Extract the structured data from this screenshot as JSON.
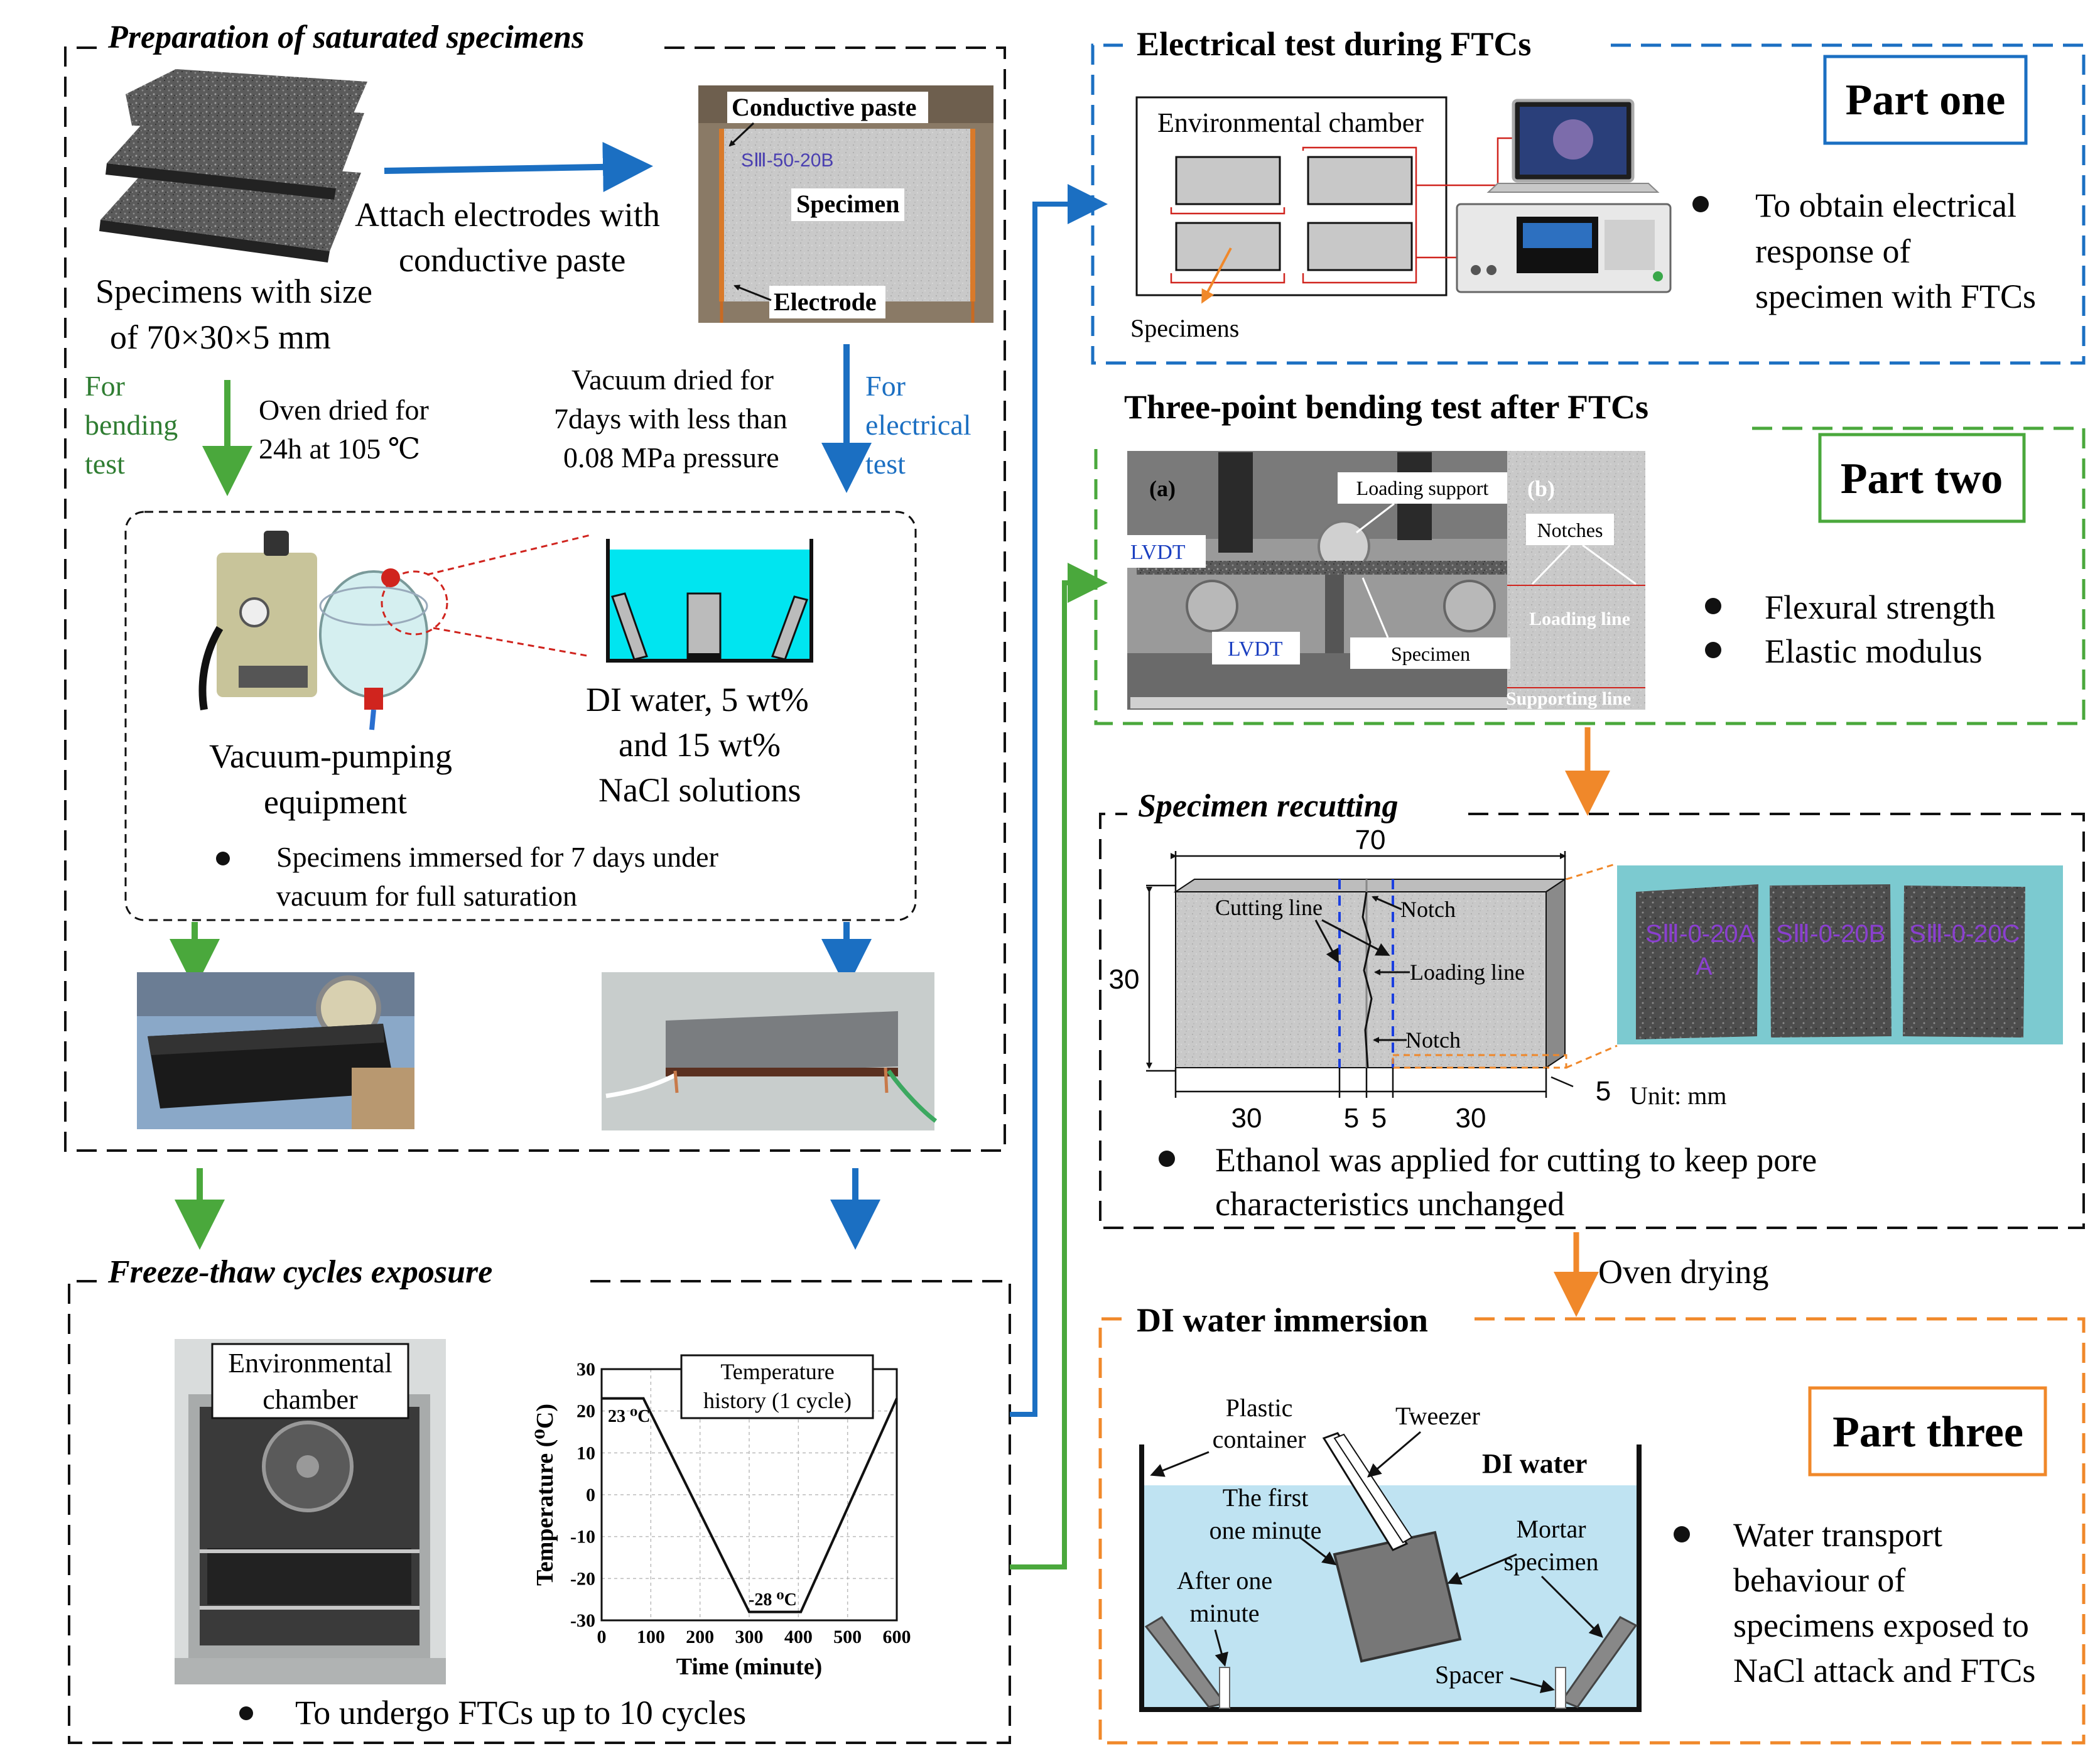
{
  "prep": {
    "title": "Preparation of saturated specimens",
    "specimen_size_l1": "Specimens with size",
    "specimen_size_l2": "of 70×30×5 mm",
    "attach_l1": "Attach electrodes with",
    "attach_l2": "conductive paste",
    "photo_conductive_paste": "Conductive  paste",
    "photo_specimen": "Specimen",
    "photo_electrode": "Electrode",
    "photo_sample_code": "SⅢ-50-20B",
    "for_bending_l1": "For",
    "for_bending_l2": "bending",
    "for_bending_l3": "test",
    "oven_l1": "Oven dried for",
    "oven_l2": "24h at 105 ℃",
    "vacuum_l1": "Vacuum dried for",
    "vacuum_l2": "7days with less than",
    "vacuum_l3": "0.08 MPa pressure",
    "for_elec_l1": "For",
    "for_elec_l2": "electrical",
    "for_elec_l3": "test",
    "pump_l1": "Vacuum-pumping",
    "pump_l2": "equipment",
    "solution_l1": "DI water, 5 wt%",
    "solution_l2": "and 15 wt%",
    "solution_l3": "NaCl solutions",
    "immersed_l1": "Specimens  immersed  for  7 days  under",
    "immersed_l2": "vacuum  for  full  saturation"
  },
  "ftc": {
    "title": "Freeze-thaw cycles exposure",
    "chamber_l1": "Environmental",
    "chamber_l2": "chamber",
    "undergo": "To undergo FTCs up to 10 cycles"
  },
  "chart_data": {
    "type": "line",
    "x": [
      0,
      85,
      300,
      405,
      600
    ],
    "y": [
      23,
      23,
      -28,
      -28,
      23
    ],
    "xlabel": "Time (minute)",
    "ylabel": "Temperature (⁰C)",
    "xlim": [
      0,
      600
    ],
    "ylim": [
      -30,
      30
    ],
    "xticks": [
      "0",
      "100",
      "200",
      "300",
      "400",
      "500",
      "600"
    ],
    "yticks": [
      "30",
      "20",
      "10",
      "0",
      "-10",
      "-20",
      "-30"
    ],
    "legend_l1": "Temperature",
    "legend_l2": "history (1 cycle)",
    "annot_high": "23 ⁰C",
    "annot_low": "-28 ⁰C",
    "grid": true
  },
  "part_one": {
    "title": "Electrical test during FTCs",
    "badge": "Part one",
    "chamber": "Environmental chamber",
    "specimens": "Specimens",
    "desc_l1": "To obtain electrical",
    "desc_l2": "response of",
    "desc_l3": "specimen with FTCs"
  },
  "part_two": {
    "title": "Three-point bending test after FTCs",
    "badge": "Part two",
    "label_a": "(a)",
    "label_b": "(b)",
    "lvdt_top": "LVDT",
    "lvdt_bottom": "LVDT",
    "loading_support": "Loading support",
    "specimen": "Specimen",
    "notches": "Notches",
    "loading_line": "Loading line",
    "supporting_line": "Supporting line",
    "bullet1": "Flexural strength",
    "bullet2": "Elastic modulus"
  },
  "recut": {
    "title": "Specimen recutting",
    "dim_top": "70",
    "dim_left": "30",
    "dim_b1": "30",
    "dim_b2": "5",
    "dim_b3": "5",
    "dim_b4": "30",
    "dim_depth": "5",
    "unit": "Unit: mm",
    "cutting_line": "Cutting line",
    "notch_top": "Notch",
    "loading_line": "Loading line",
    "notch_bottom": "Notch",
    "piece_a_l1": "SⅢ-0-20A",
    "piece_a_l2": "A",
    "piece_b": "SⅢ-0-20B",
    "piece_c": "SⅢ-0-20C",
    "note_l1": "Ethanol was applied for cutting to keep pore",
    "note_l2": "characteristics unchanged",
    "oven_drying": "Oven drying"
  },
  "immersion": {
    "title": "DI water immersion",
    "badge": "Part three",
    "plastic_l1": "Plastic",
    "plastic_l2": "container",
    "tweezer": "Tweezer",
    "di_water": "DI water",
    "first_l1": "The first",
    "first_l2": "one minute",
    "mortar_l1": "Mortar",
    "mortar_l2": "specimen",
    "after_l1": "After one",
    "after_l2": "minute",
    "spacer": "Spacer",
    "desc_l1": "Water transport",
    "desc_l2": "behaviour of",
    "desc_l3": "specimens exposed to",
    "desc_l4": "NaCl attack and FTCs"
  },
  "colors": {
    "blue": "#1b6fc2",
    "green": "#4aa83c",
    "orange": "#f0882a",
    "dark_green_text": "#2f7d32",
    "cyan_water": "#00e5f0",
    "light_water": "#bfe3f2"
  }
}
